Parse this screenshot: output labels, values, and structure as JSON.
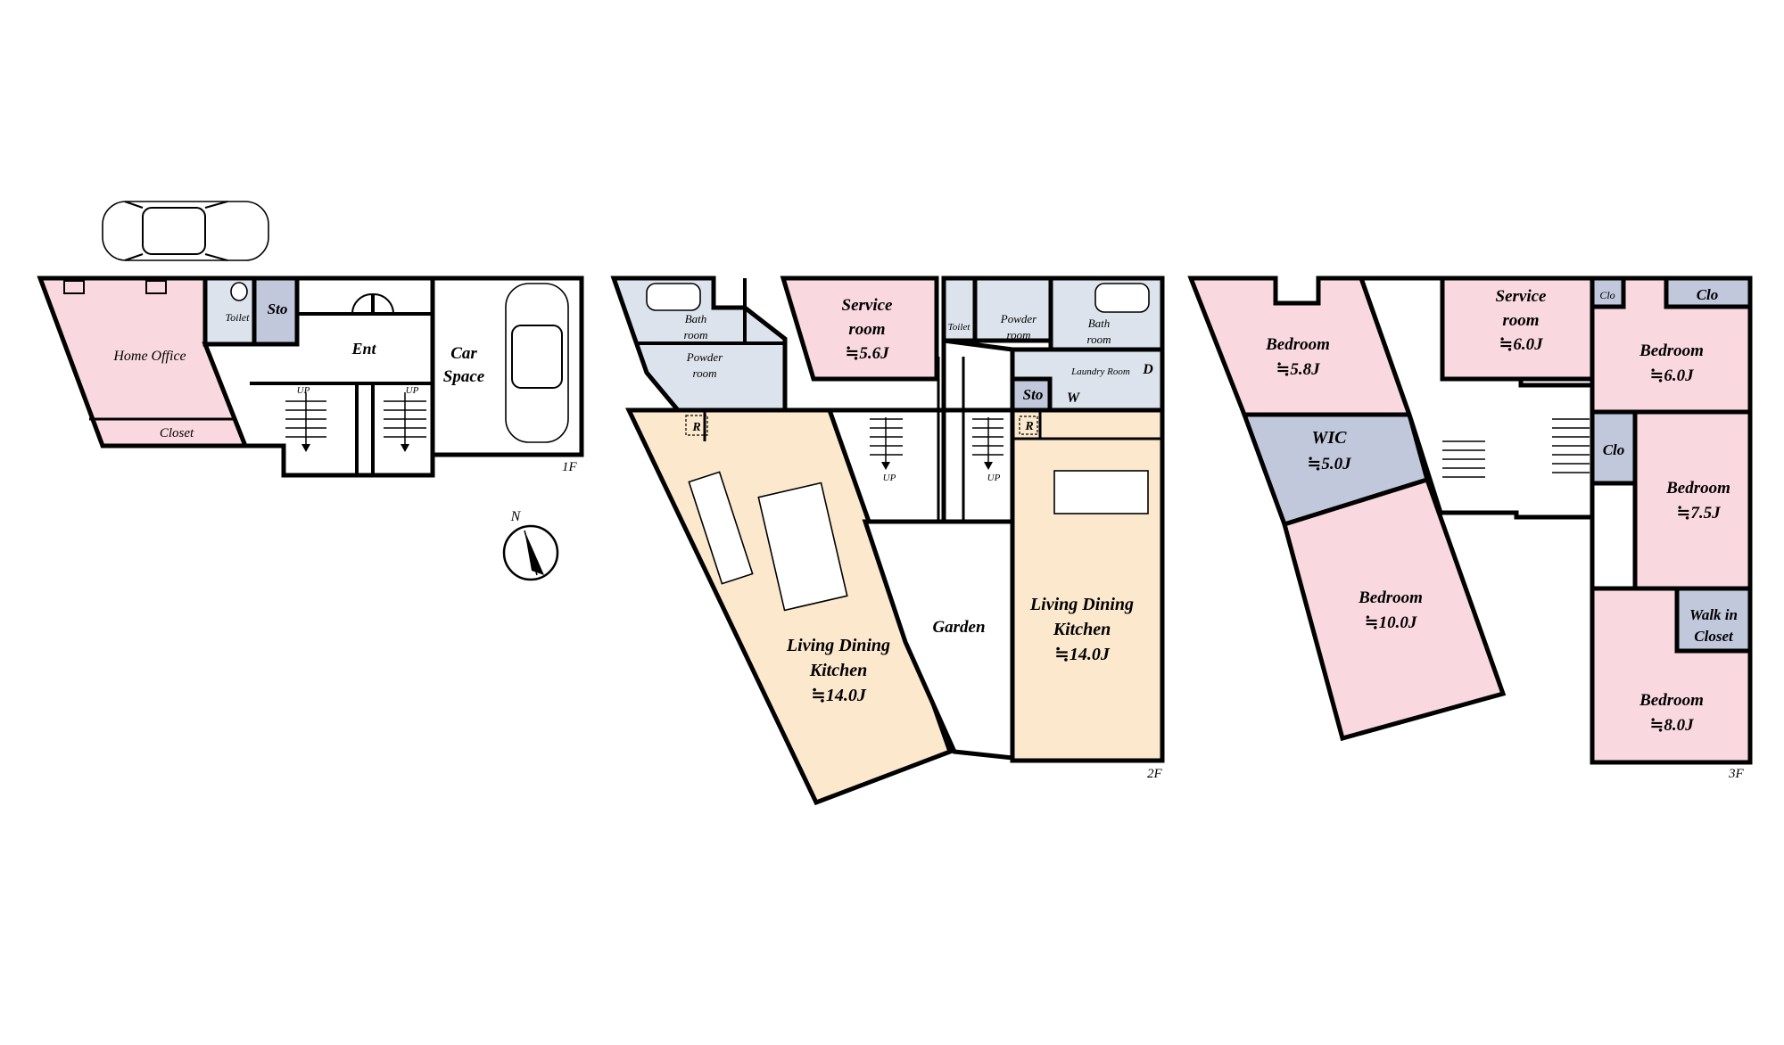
{
  "colors": {
    "pink": "#f9d9df",
    "beige": "#fce8cd",
    "blue_gray": "#c1c8dc",
    "light_blue": "#dde3ec",
    "white": "#ffffff",
    "wall": "#000000"
  },
  "floor_tags": {
    "f1": "1F",
    "f2": "2F",
    "f3": "3F"
  },
  "compass": {
    "letter": "N",
    "icon": "north-arrow-icon"
  },
  "rooms": {
    "f1": {
      "home_office": "Home Office",
      "closet": "Closet",
      "toilet": "Toilet",
      "sto": "Sto",
      "ent": "Ent",
      "car_space_1": "Car",
      "car_space_2": "Space",
      "up_left": "UP",
      "up_right": "UP"
    },
    "f2": {
      "bath_room_l1": "Bath",
      "bath_room_l2": "room",
      "powder_room_l1": "Powder",
      "powder_room_l2": "room",
      "service_room_1": "Service",
      "service_room_2": "room",
      "service_room_size": "≒5.6J",
      "toilet": "Toilet",
      "powder_room_r1": "Powder",
      "powder_room_r2": "room",
      "bath_room_r1": "Bath",
      "bath_room_r2": "room",
      "laundry_room": "Laundry Room",
      "d": "D",
      "w": "W",
      "sto": "Sto",
      "r_left": "R",
      "r_right": "R",
      "ldk_left_1": "Living Dining",
      "ldk_left_2": "Kitchen",
      "ldk_left_size": "≒14.0J",
      "garden": "Garden",
      "ldk_right_1": "Living Dining",
      "ldk_right_2": "Kitchen",
      "ldk_right_size": "≒14.0J",
      "up_left": "UP",
      "up_right": "UP"
    },
    "f3": {
      "bedroom_a": "Bedroom",
      "bedroom_a_size": "≒5.8J",
      "wic": "WIC",
      "wic_size": "≒5.0J",
      "bedroom_b": "Bedroom",
      "bedroom_b_size": "≒10.0J",
      "service_room_1": "Service",
      "service_room_2": "room",
      "service_room_size": "≒6.0J",
      "clo_small": "Clo",
      "clo_top": "Clo",
      "bedroom_c": "Bedroom",
      "bedroom_c_size": "≒6.0J",
      "clo_mid": "Clo",
      "bedroom_d": "Bedroom",
      "bedroom_d_size": "≒7.5J",
      "walk_in_1": "Walk in",
      "walk_in_2": "Closet",
      "bedroom_e": "Bedroom",
      "bedroom_e_size": "≒8.0J"
    }
  }
}
